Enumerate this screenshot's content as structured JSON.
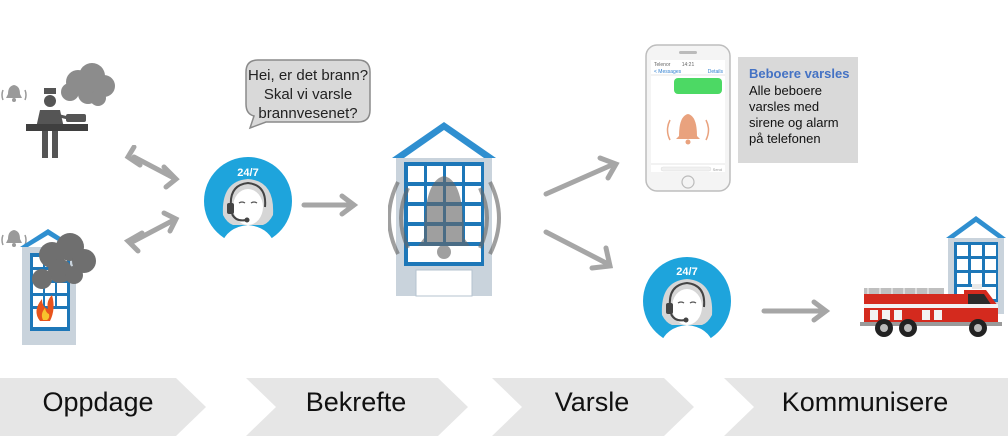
{
  "speech_bubble": {
    "lines": [
      "Hei, er det brann?",
      "Skal vi varsle",
      "brannvesenet?"
    ]
  },
  "operator_badge": "24/7",
  "notification": {
    "title": "Beboere varsles",
    "lines": [
      "Alle beboere",
      "varsles med",
      "sirene og alarm",
      "på telefonen"
    ]
  },
  "phone": {
    "carrier": "Telenor",
    "time": "14:21",
    "back_label": "< Messages",
    "details_label": "Details",
    "send_label": "Send"
  },
  "steps": [
    "Oppdage",
    "Bekrefte",
    "Varsle",
    "Kommunisere"
  ],
  "colors": {
    "accent_blue": "#1ea4dc",
    "building_blue": "#2f8fd0",
    "arrow_gray": "#a6a6a6",
    "chevron_gray": "#e6e6e6",
    "title_blue": "#4472c4",
    "firetruck_red": "#d42a1e",
    "sms_green": "#4cd964",
    "bell_orange": "#e9a27e"
  },
  "icons": [
    "bell-icon",
    "chef-icon",
    "smoke-icon",
    "building-icon",
    "fire-icon",
    "operator-icon",
    "headset-icon",
    "alarm-bell-icon",
    "smartphone-icon",
    "fire-truck-icon",
    "arrow-icon"
  ]
}
